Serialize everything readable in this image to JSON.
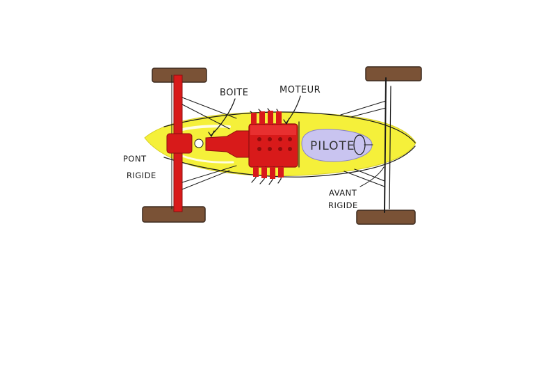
{
  "diagram": {
    "labels": {
      "boite": "BOITE",
      "moteur": "MOTEUR",
      "pilote": "PILOTE",
      "pont_line1": "PONT",
      "pont_line2": "RIGIDE",
      "avant_line1": "AVANT",
      "avant_line2": "RIGIDE"
    },
    "colors": {
      "body": "#f5ef2a",
      "mechanics": "#d81a1a",
      "tyre": "#7a5236",
      "pilot": "#c9c4f0",
      "ink": "#1b1b1b"
    }
  }
}
